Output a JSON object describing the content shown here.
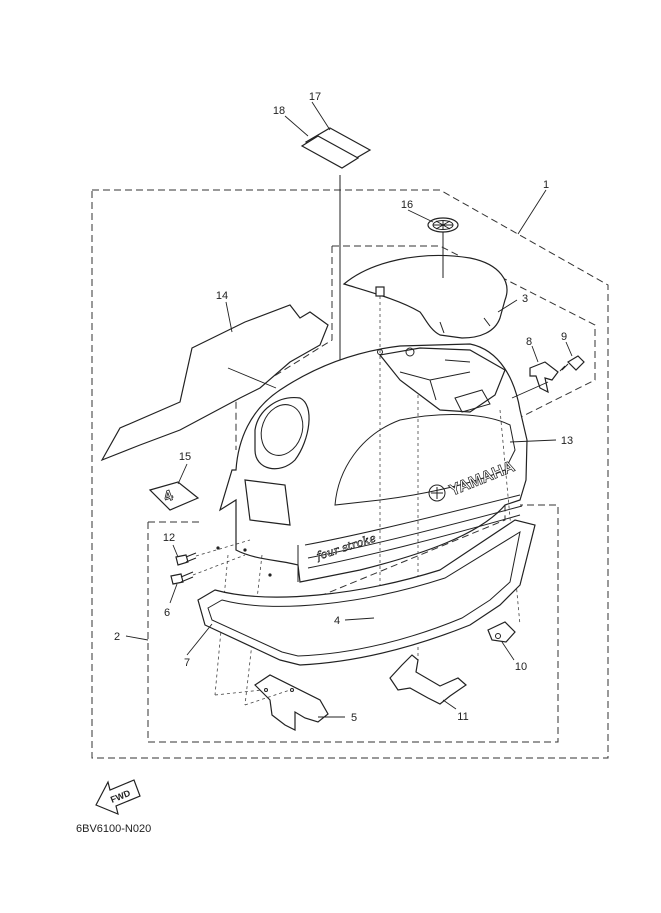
{
  "diagram_code": "6BV6100-N020",
  "fwd_label": "FWD",
  "decal_text": {
    "brand": "YAMAHA",
    "model": "four stroke",
    "badge": "4"
  },
  "callouts": [
    "1",
    "2",
    "3",
    "4",
    "5",
    "6",
    "7",
    "8",
    "9",
    "10",
    "11",
    "12",
    "13",
    "14",
    "15",
    "16",
    "17",
    "18"
  ]
}
